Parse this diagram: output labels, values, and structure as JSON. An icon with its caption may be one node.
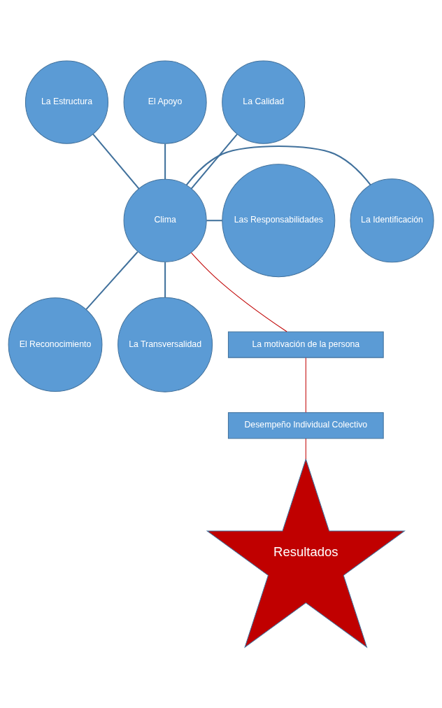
{
  "diagram": {
    "nodes": [
      {
        "text": [
          "La Estructura"
        ]
      },
      {
        "text": [
          "El Apoyo"
        ]
      },
      {
        "text": [
          "La Calidad"
        ]
      },
      {
        "text": [
          "Clima"
        ]
      },
      {
        "text": [
          "La Identificación"
        ]
      },
      {
        "text": [
          "Las Responsabilidades"
        ]
      },
      {
        "text": [
          "El Reconocimiento"
        ]
      },
      {
        "text": [
          "La Transversalidad"
        ]
      },
      {
        "text": [
          "La motivación de la persona"
        ]
      },
      {
        "text": [
          "Desempeño Individual Colectivo"
        ]
      },
      {
        "text": [
          "Resultados"
        ]
      }
    ],
    "edges": [
      {
        "from": 3,
        "to": 0,
        "arrow": "none"
      },
      {
        "from": 3,
        "to": 1,
        "arrow": "none"
      },
      {
        "from": 3,
        "to": 2,
        "arrow": "none"
      },
      {
        "from": 3,
        "to": 4,
        "arrow": "none"
      },
      {
        "from": 3,
        "to": 5,
        "arrow": "none"
      },
      {
        "from": 3,
        "to": 6,
        "arrow": "none"
      },
      {
        "from": 3,
        "to": 7,
        "arrow": "none"
      },
      {
        "from": 3,
        "to": 8,
        "arrow": "none",
        "color": "#c00000"
      },
      {
        "from": 8,
        "to": 9,
        "arrow": "none",
        "color": "#c00000"
      },
      {
        "from": 9,
        "to": 10,
        "arrow": "none",
        "color": "#c00000"
      }
    ]
  }
}
